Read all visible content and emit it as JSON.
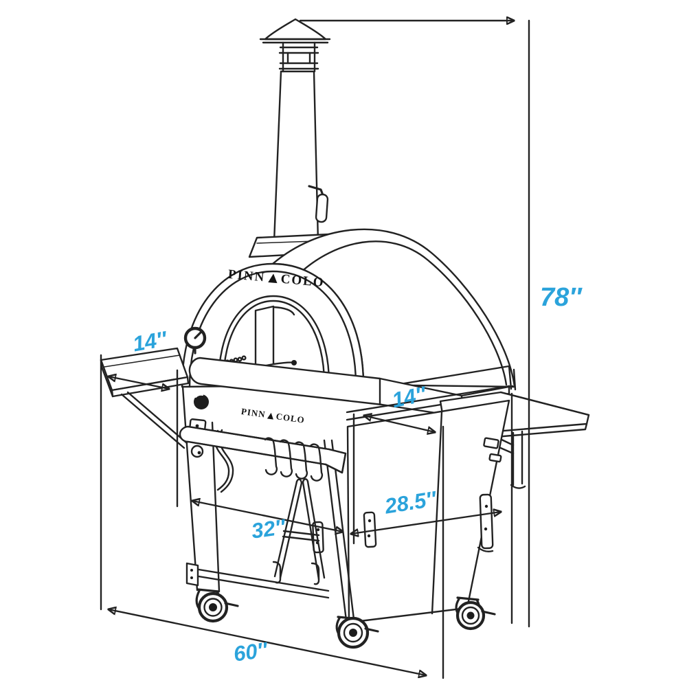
{
  "diagram": {
    "type": "product-dimension-diagram",
    "subject": "outdoor pizza oven with chimney, side shelves and wheeled cart"
  },
  "brand": {
    "wordmark_left": "PINN",
    "wordmark_mark": "▲",
    "wordmark_right": "COLO"
  },
  "dimension_labels": {
    "overall_height": "78″",
    "left_shelf": "14″",
    "rear_shelf": "14″",
    "cart_depth": "28.5″",
    "front_section_width": "32″",
    "overall_width": "60″"
  },
  "colors": {
    "dimension_accent": "#2BA3DB",
    "line_art": "#222222",
    "background": "#FFFFFF"
  }
}
